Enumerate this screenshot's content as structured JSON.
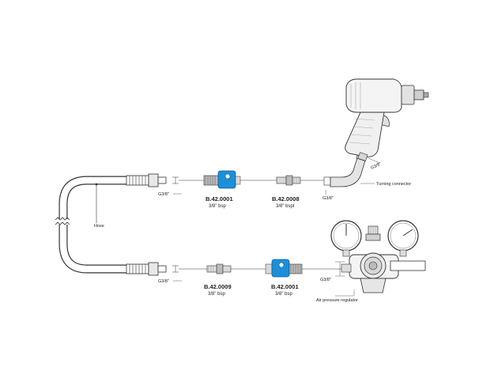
{
  "labels": {
    "hose": "Hose",
    "turning_connector": "Turning connector",
    "air_pressure_regulator": "Air pressure regulator"
  },
  "thread_labels": {
    "hose_top": "G3/8\"",
    "hose_bottom": "G3/8\"",
    "turning": "G3/8\"",
    "tool_inlet": "G3/8\"",
    "regulator": "G3/8\""
  },
  "parts": [
    {
      "code": "B.42.0001",
      "spec": "3/8\" bsp"
    },
    {
      "code": "B.42.0008",
      "spec": "3/8\" bspt"
    },
    {
      "code": "B.42.0009",
      "spec": "3/8\" bsp"
    },
    {
      "code": "B.42.0001",
      "spec": "3/8\" bsp"
    }
  ],
  "colors": {
    "coupler_blue": "#1d8fd6",
    "line": "#333333",
    "metal": "#d9d9d9"
  }
}
